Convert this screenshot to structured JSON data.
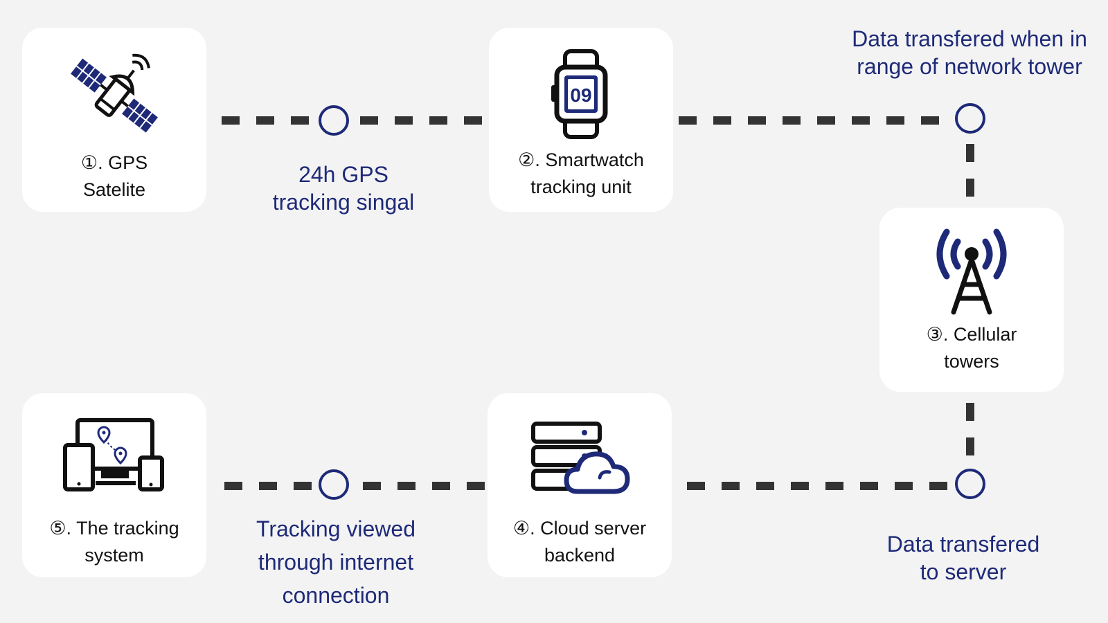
{
  "nodes": {
    "gps_satellite": {
      "line1": "①. GPS",
      "line2": "Satelite"
    },
    "smartwatch": {
      "line1": "②. Smartwatch",
      "line2": "tracking unit",
      "watch_display": "09"
    },
    "cellular_towers": {
      "line1": "③. Cellular",
      "line2": "towers"
    },
    "cloud_server": {
      "line1": "④. Cloud server",
      "line2": "backend"
    },
    "tracking_system": {
      "line1": "⑤. The tracking",
      "line2": "system"
    }
  },
  "captions": {
    "gps_signal": {
      "line1": "24h GPS",
      "line2": "tracking singal"
    },
    "network_range": {
      "line1": "Data transfered when in",
      "line2": "range of network tower"
    },
    "to_server": {
      "line1": "Data transfered",
      "line2": "to server"
    },
    "viewed_online": {
      "line1": "Tracking viewed",
      "line2": "through internet",
      "line3": "connection"
    }
  },
  "colors": {
    "background": "#f3f3f3",
    "card": "#ffffff",
    "accent_navy": "#1e2a78",
    "connector_dash": "#333333",
    "icon_dark": "#111111"
  }
}
